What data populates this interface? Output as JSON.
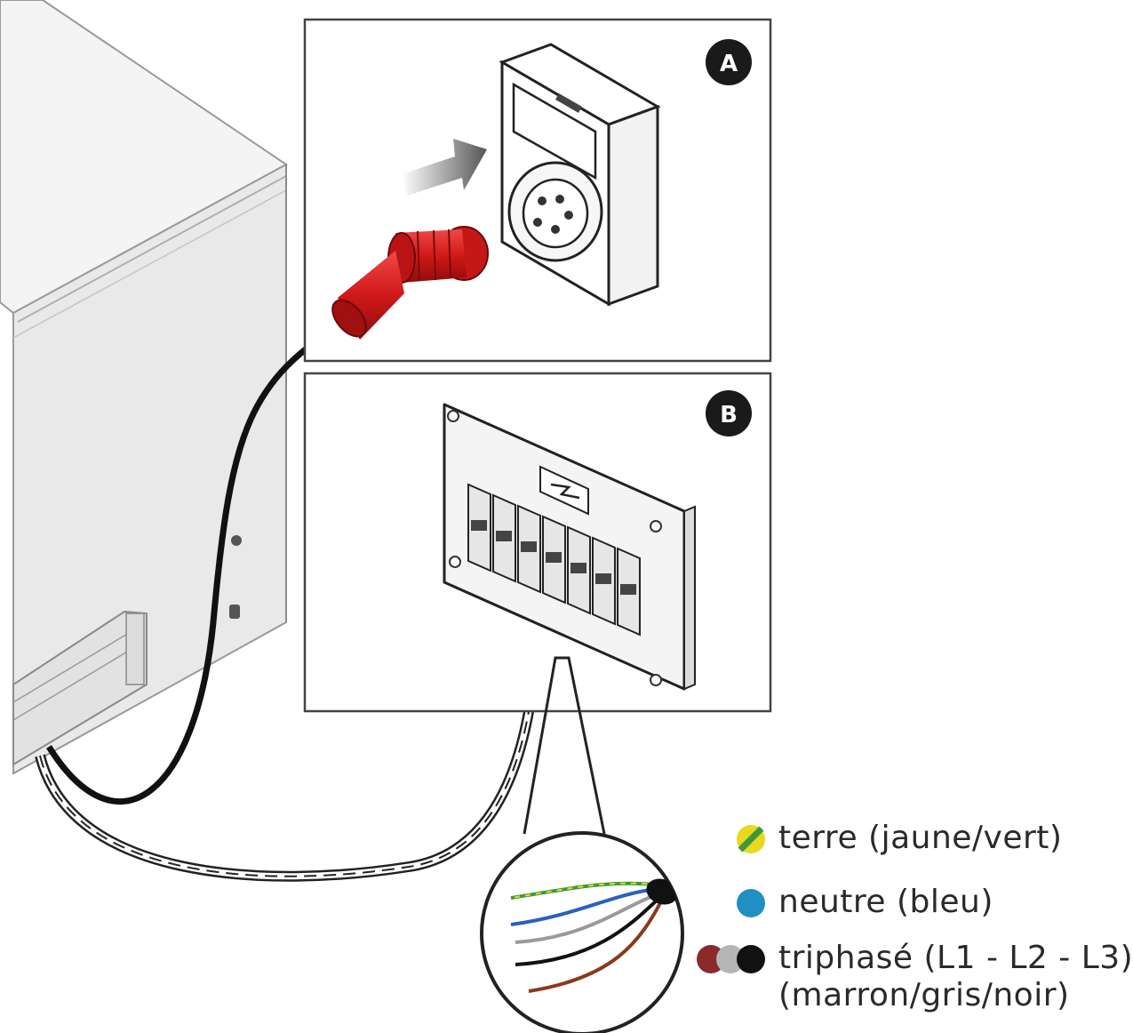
{
  "panels": {
    "a": {
      "badge": "A"
    },
    "b": {
      "badge": "B"
    }
  },
  "legend": {
    "earth": {
      "label": "terre (jaune/vert)",
      "colors": [
        "#e8d820",
        "#3c9a3c"
      ]
    },
    "neutral": {
      "label": "neutre (bleu)",
      "color": "#1f8fc4"
    },
    "three_phase": {
      "label_line1": "triphasé (L1 - L2 - L3)",
      "label_line2": "(marron/gris/noir)",
      "colors": [
        "#8a2a2a",
        "#b5b5b5",
        "#111111"
      ]
    }
  },
  "colors": {
    "plug": "#d42020",
    "cable": "#111111",
    "machine": "#ededed",
    "panel_border": "#444444",
    "badge": "#1a1a1a"
  },
  "icons": [
    "plug-icon",
    "socket-icon",
    "breaker-panel-icon",
    "arrow-icon",
    "cable-wires-icon"
  ]
}
